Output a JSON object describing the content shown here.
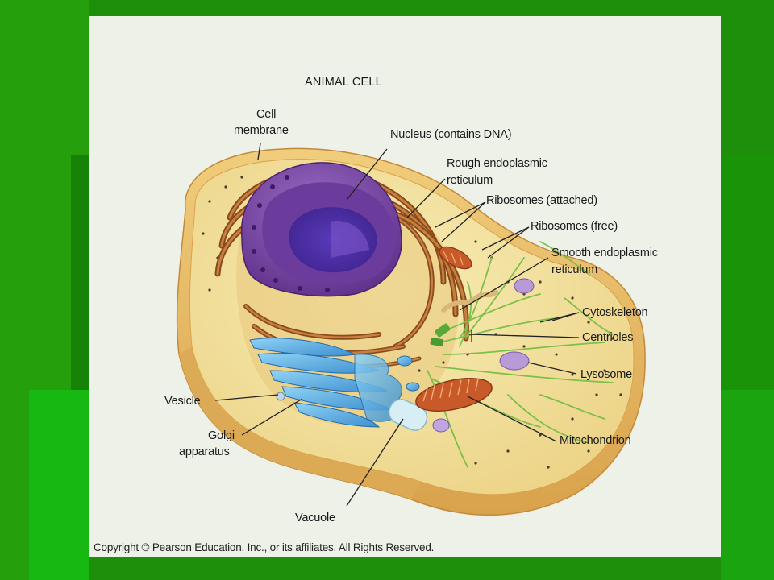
{
  "title": "ANIMAL CELL",
  "labels": {
    "cell_membrane": [
      "Cell",
      "membrane"
    ],
    "nucleus": "Nucleus (contains DNA)",
    "rough_er": [
      "Rough endoplasmic",
      "reticulum"
    ],
    "ribosomes_attached": "Ribosomes (attached)",
    "ribosomes_free": "Ribosomes (free)",
    "smooth_er": [
      "Smooth endoplasmic",
      "reticulum"
    ],
    "cytoskeleton": "Cytoskeleton",
    "centrioles": "Centrioles",
    "lysosome": "Lysosome",
    "mitochondrion": "Mitochondrion",
    "vesicle": "Vesicle",
    "golgi": [
      "Golgi",
      "apparatus"
    ],
    "vacuole": "Vacuole"
  },
  "copyright": "Copyright © Pearson Education, Inc., or its affiliates.  All Rights Reserved.",
  "colors": {
    "slide_green": "#1e8f0a",
    "panel": "#eef1e8",
    "cytoplasm": "#f3e29a",
    "membrane": "#e2b65c",
    "nucleus": "#7a4aa0",
    "rough_er": "#b0652c",
    "golgi": "#5fb3e6",
    "mitochondrion": "#c85a2a",
    "cytoskeleton": "#7cc04a",
    "lysosome": "#b79ad6"
  }
}
